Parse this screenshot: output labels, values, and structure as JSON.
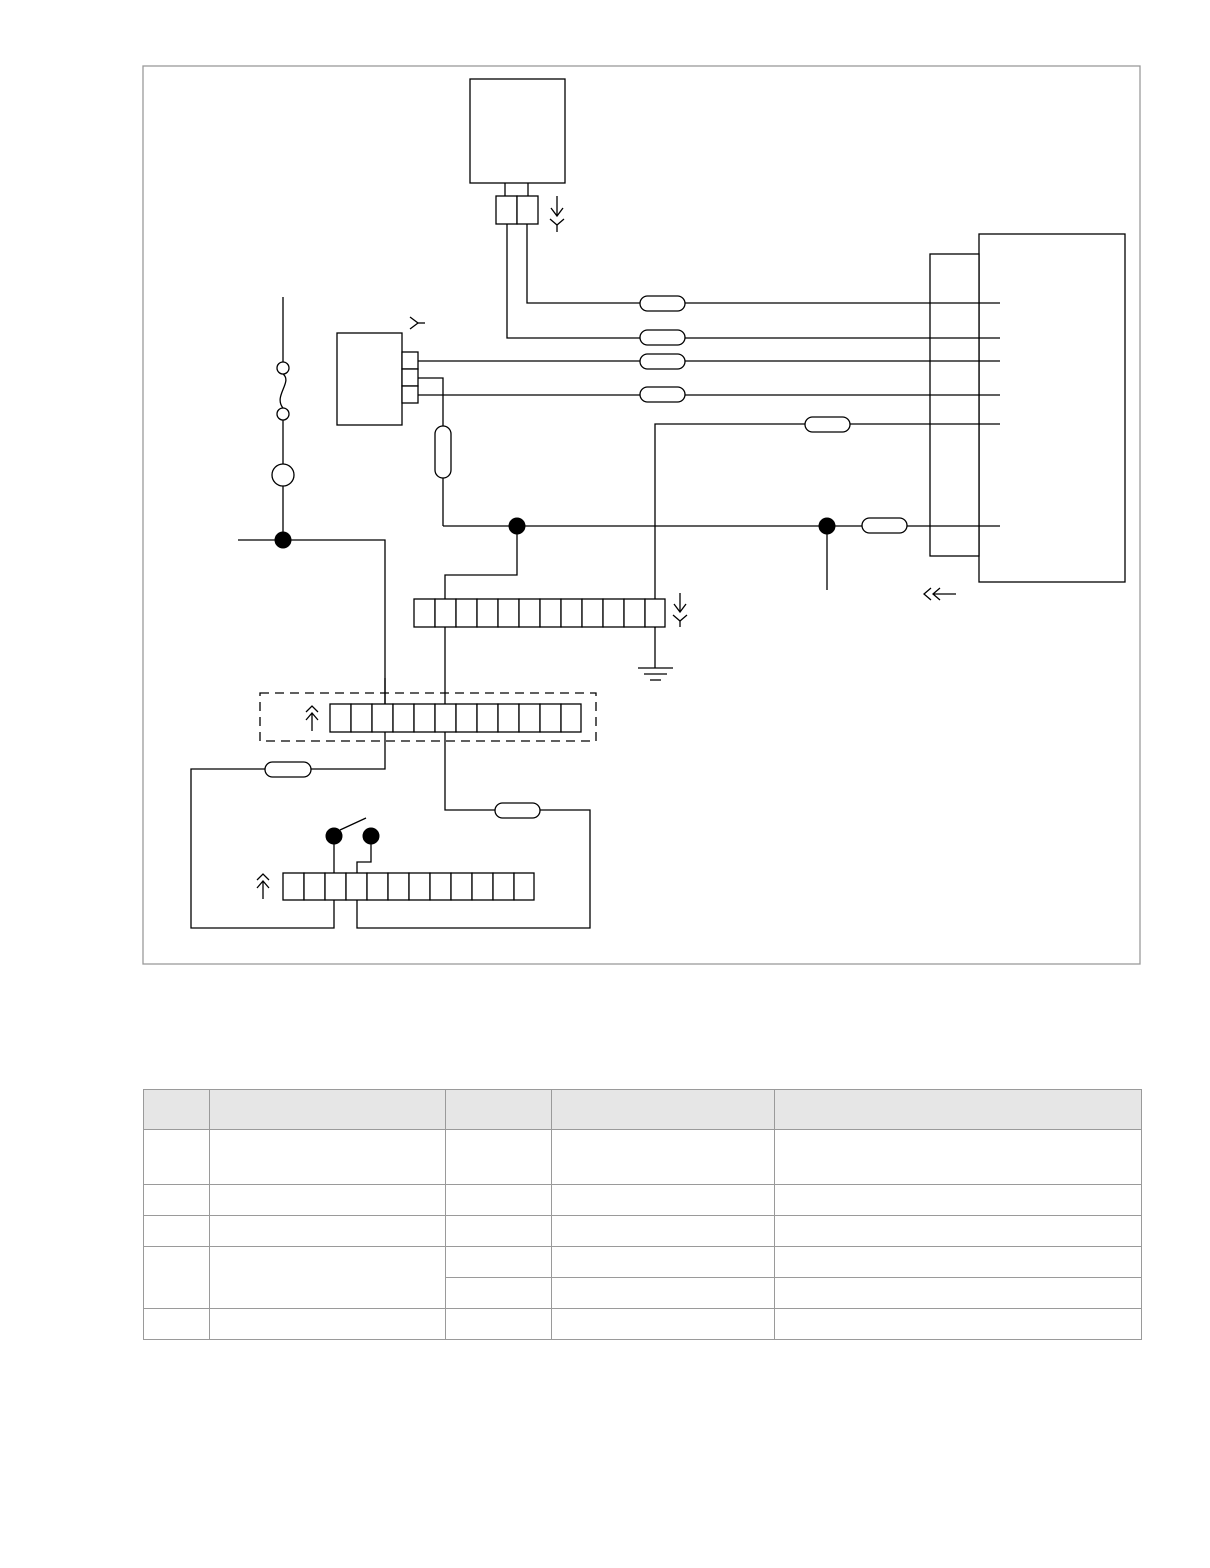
{
  "diagram": {
    "components": [
      {
        "id": "top-component",
        "kind": "box"
      },
      {
        "id": "left-component",
        "kind": "box"
      },
      {
        "id": "control-unit",
        "kind": "box"
      },
      {
        "id": "fuse",
        "kind": "fuse"
      },
      {
        "id": "lamp",
        "kind": "lamp"
      },
      {
        "id": "switch",
        "kind": "switch"
      },
      {
        "id": "ground",
        "kind": "ground"
      }
    ],
    "connectors": [
      {
        "id": "top-connector",
        "pins": 2
      },
      {
        "id": "left-connector",
        "pins": 3
      },
      {
        "id": "middle-connector",
        "pins": 12
      },
      {
        "id": "shielded-connector",
        "pins": 12
      },
      {
        "id": "bottom-connector",
        "pins": 12
      }
    ],
    "symbols": [
      "connector-arrow-down-icon",
      "connector-arrow-up-icon",
      "connector-arrow-left-icon",
      "connector-y-icon"
    ]
  },
  "table": {
    "headers": [
      "",
      "",
      "",
      "",
      ""
    ],
    "rows": [
      {
        "cells": [
          "",
          "",
          "",
          "",
          ""
        ]
      },
      {
        "cells": [
          "",
          "",
          "",
          "",
          ""
        ]
      },
      {
        "cells": [
          "",
          "",
          "",
          "",
          ""
        ]
      },
      {
        "cells": [
          "",
          "",
          "",
          "",
          ""
        ]
      },
      {
        "cells": [
          "",
          "",
          ""
        ]
      },
      {
        "cells": [
          "",
          "",
          "",
          "",
          ""
        ]
      }
    ]
  }
}
